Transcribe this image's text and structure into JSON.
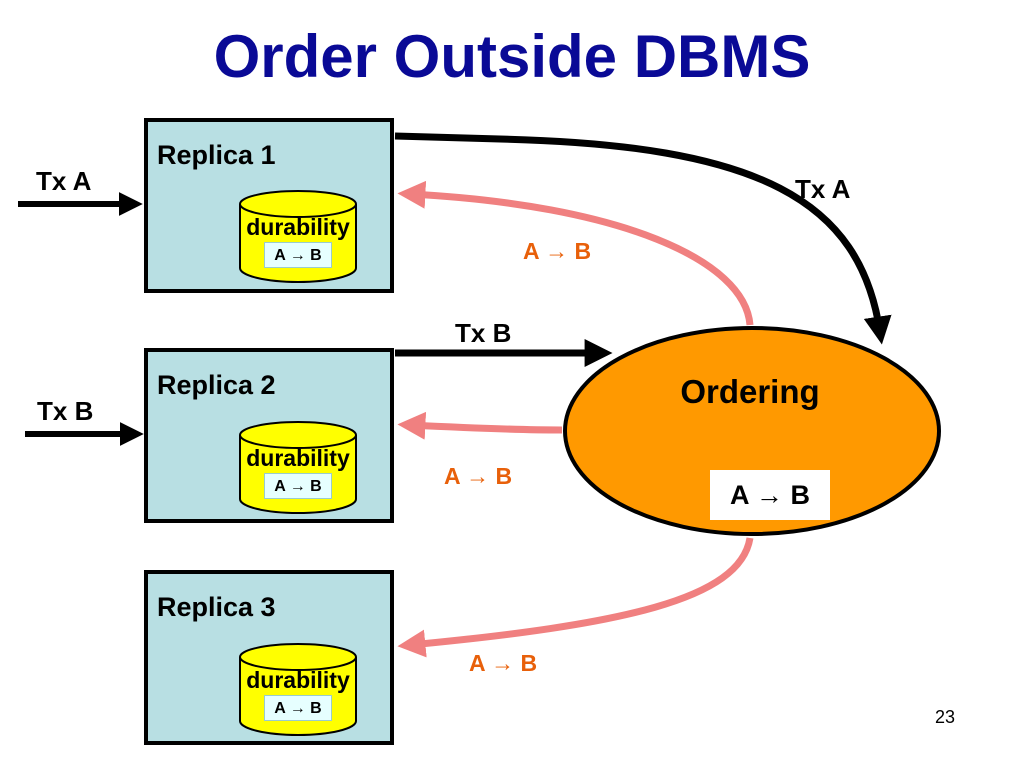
{
  "title": "Order Outside DBMS",
  "replicas": [
    {
      "label": "Replica 1",
      "storage": "durability",
      "order": "A → B"
    },
    {
      "label": "Replica 2",
      "storage": "durability",
      "order": "A → B"
    },
    {
      "label": "Replica 3",
      "storage": "durability",
      "order": "A → B"
    }
  ],
  "inputs": {
    "replica1": "Tx A",
    "replica2": "Tx B"
  },
  "to_ordering": {
    "tx_a": "Tx A",
    "tx_b": "Tx B"
  },
  "ordering": {
    "label": "Ordering",
    "order": "A → B"
  },
  "feedback_labels": [
    "A → B",
    "A → B",
    "A → B"
  ],
  "page_number": "23",
  "colors": {
    "title": "#0a0a96",
    "replica_fill": "#b8dfe3",
    "cylinder": "#ffff00",
    "ordering_fill": "#ff9900",
    "feedback_arrow": "#f08080",
    "feedback_text": "#e8600a"
  }
}
